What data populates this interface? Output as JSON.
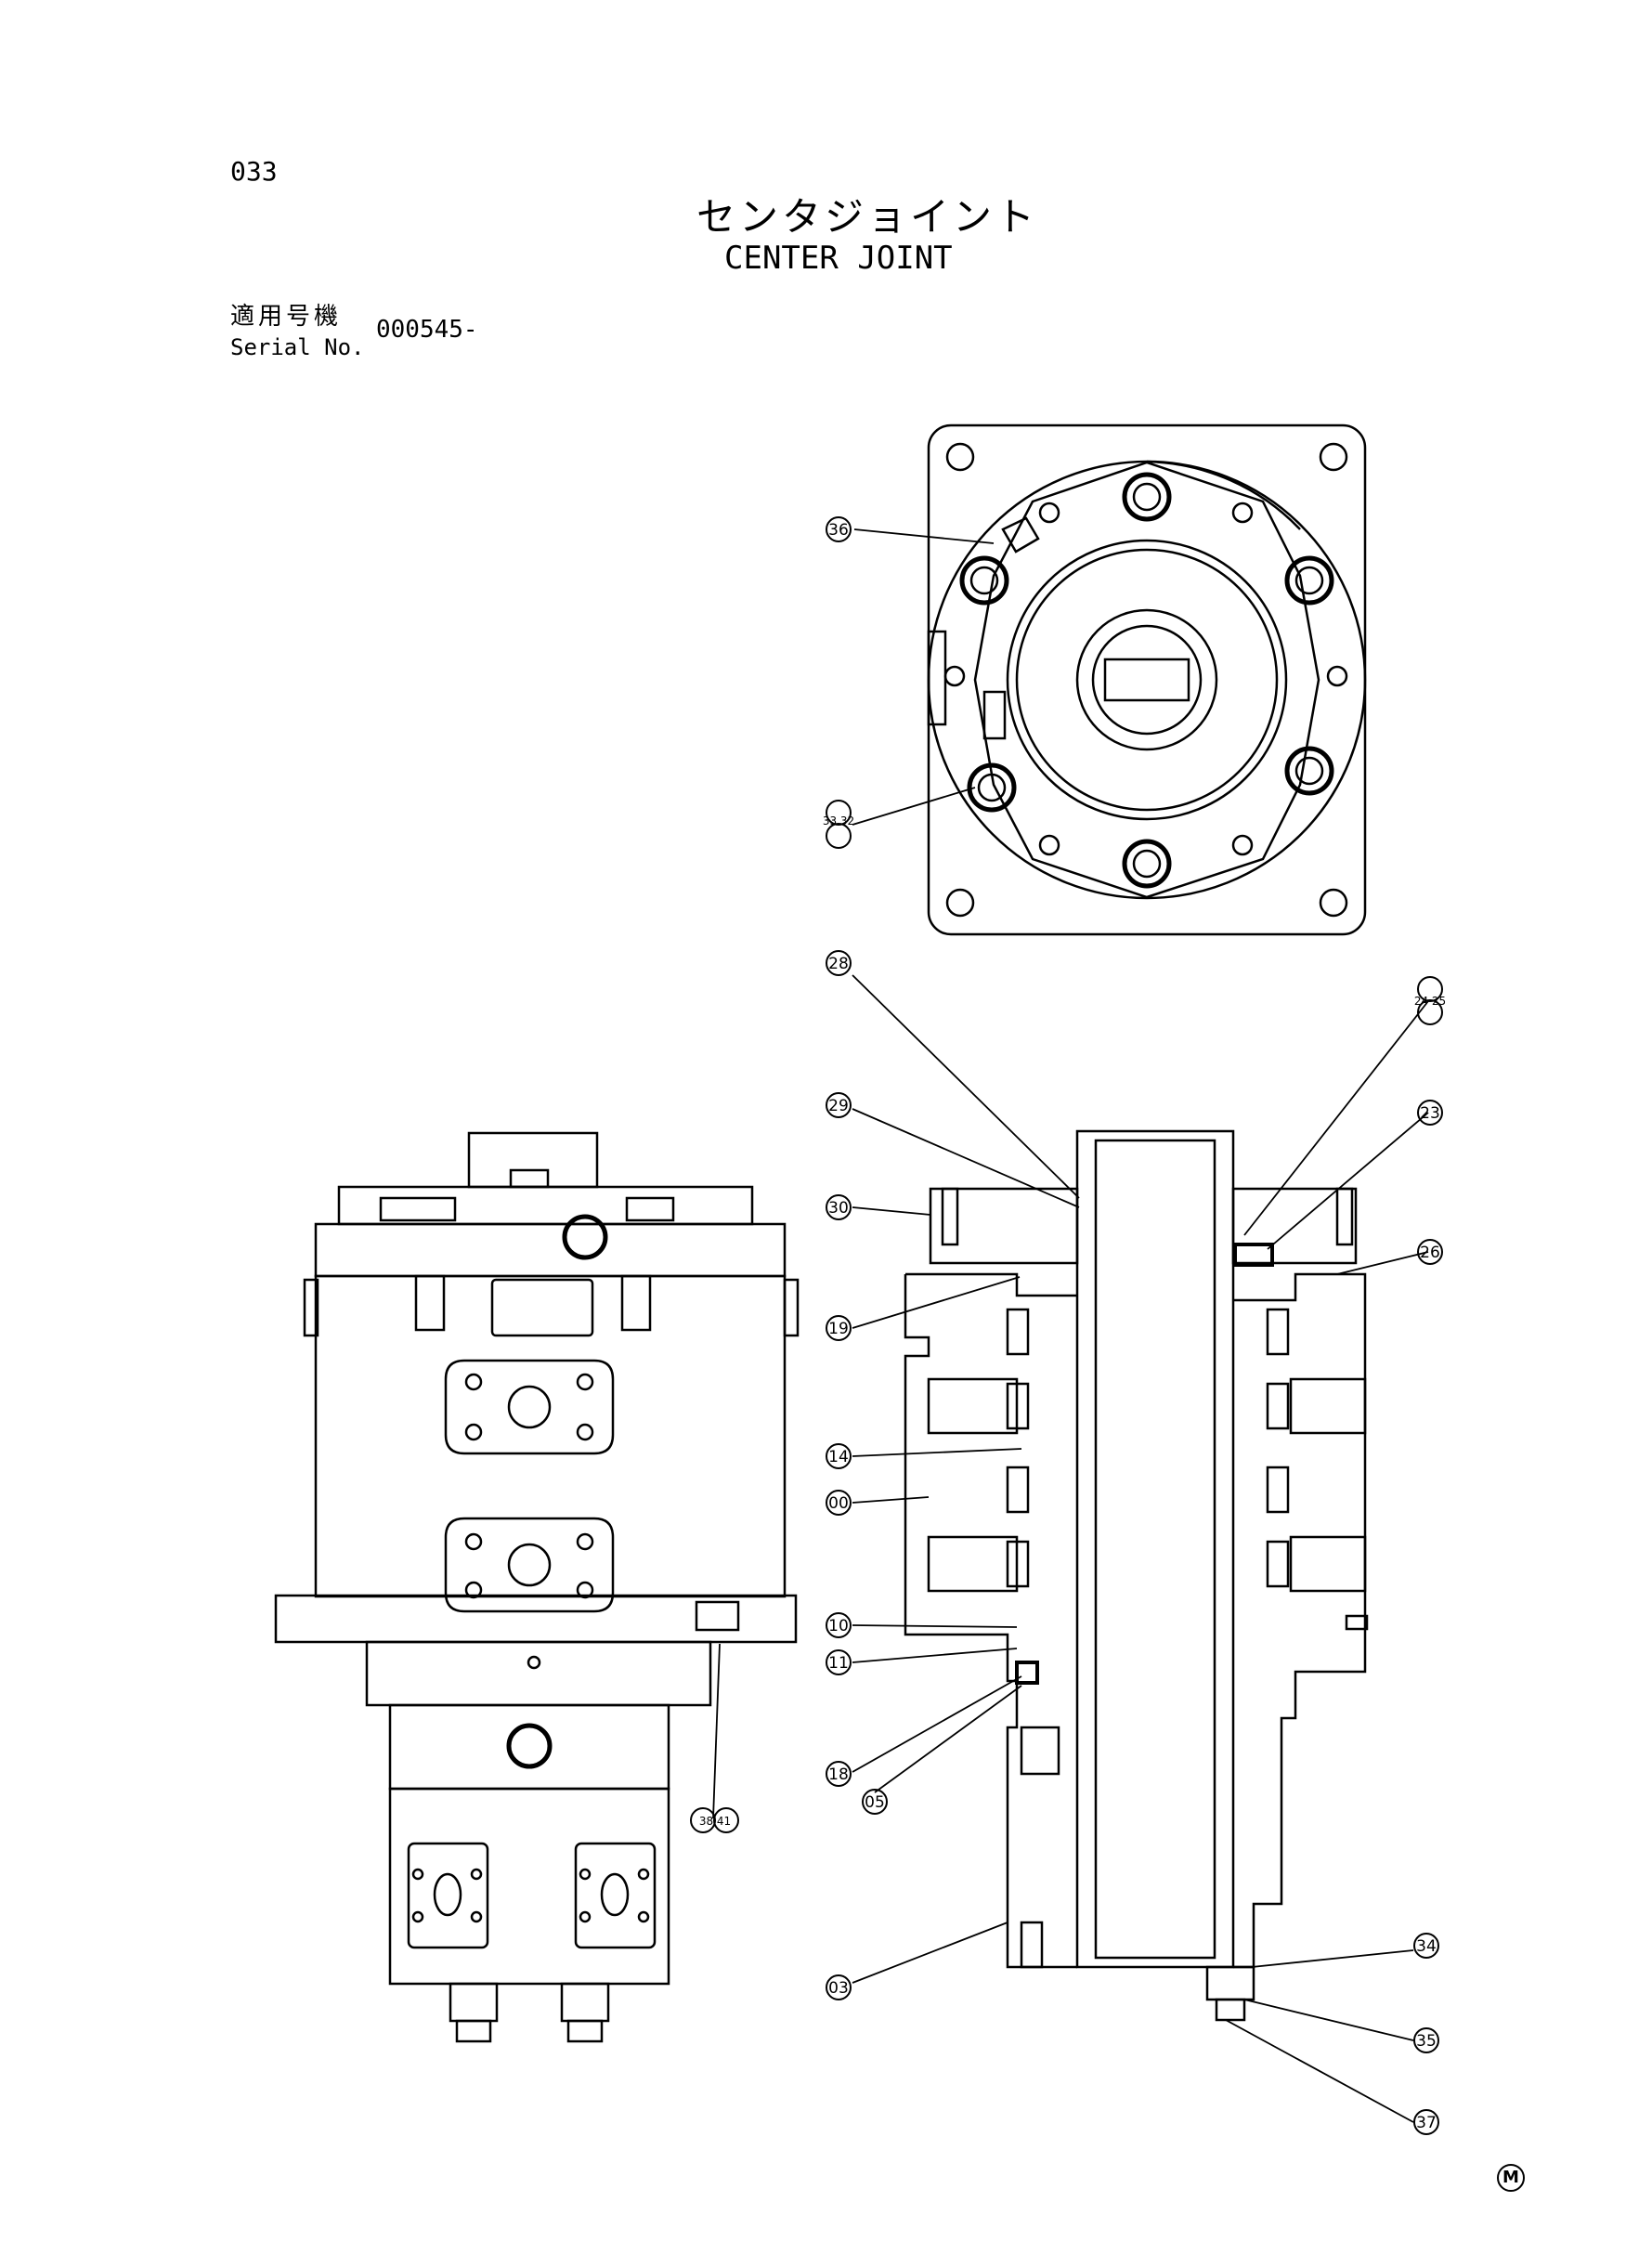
{
  "page": {
    "number": "033",
    "title_jp": "センタジョイント",
    "title_en": "CENTER JOINT",
    "serial_label_jp": "適用号機",
    "serial_label_en": "Serial No.",
    "serial_value": "000545-",
    "corner_mark": "M"
  },
  "callouts": {
    "c36": "36",
    "c33_32": "33 32",
    "c28": "28",
    "c29": "29",
    "c30": "30",
    "c19": "19",
    "c14": "14",
    "c00": "00",
    "c10": "10",
    "c11": "11",
    "c18": "18",
    "c05": "05",
    "c03": "03",
    "c24_25": "24 25",
    "c23": "23",
    "c26": "26",
    "c34": "34",
    "c35": "35",
    "c37": "37",
    "c38_41": "38 41"
  }
}
